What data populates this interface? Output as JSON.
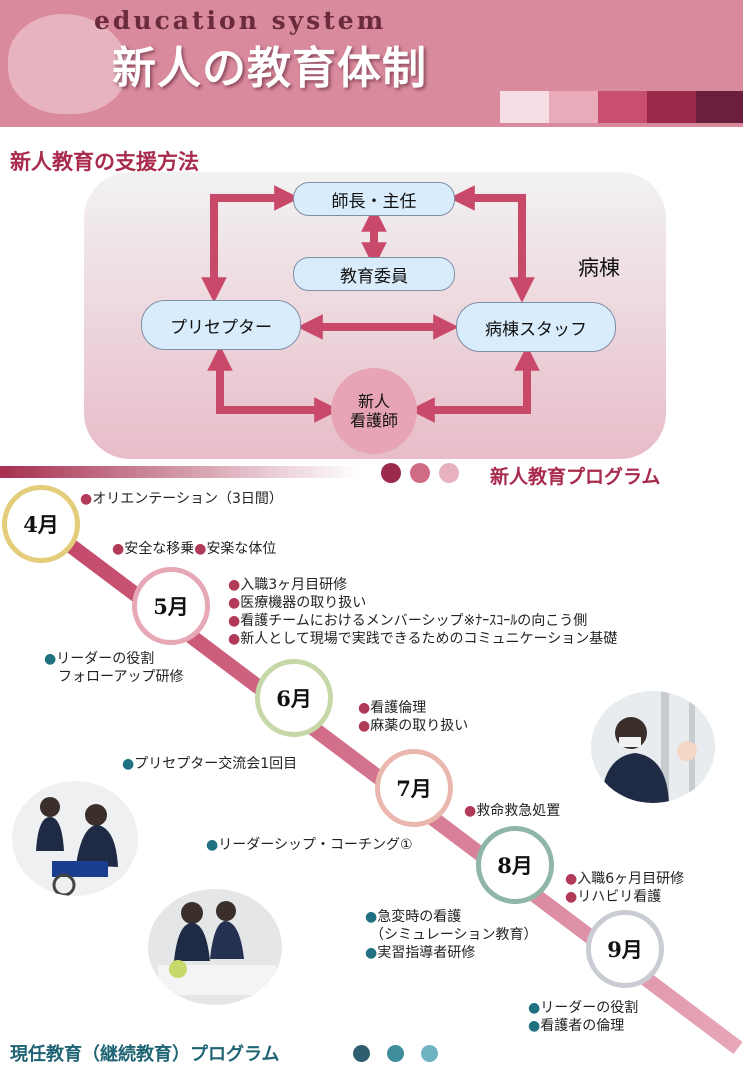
{
  "header": {
    "subtitle_en": "education system",
    "title": "新人の教育体制"
  },
  "support": {
    "title": "新人教育の支援方法",
    "ward_label": "病棟",
    "boxes": {
      "head": "師長・主任",
      "committee": "教育委員",
      "preceptor": "プリセプター",
      "staff": "病棟スタッフ"
    },
    "nurse_line1": "新人",
    "nurse_line2": "看護師"
  },
  "program_title": "新人教育プログラム",
  "bottom_title": "現任教育（継続教育）プログラム",
  "months": [
    "4月",
    "5月",
    "6月",
    "7月",
    "8月",
    "9月"
  ],
  "new_items": {
    "apr": [
      "オリエンテーション（3日間）",
      "安全な移乗",
      "安楽な体位"
    ],
    "may": [
      "入職3ヶ月目研修",
      "医療機器の取り扱い",
      "看護チームにおけるメンバーシップ※ﾅｰｽｺｰﾙの向こう側",
      "新人として現場で実践できるためのコミュニケーション基礎"
    ],
    "jun": [
      "看護倫理",
      "麻薬の取り扱い"
    ],
    "jul": [
      "救命救急処置"
    ],
    "aug": [
      "入職6ヶ月目研修",
      "リハビリ看護"
    ]
  },
  "continuing_items": {
    "a": [
      "リーダーの役割",
      "フォローアップ研修"
    ],
    "b": [
      "プリセプター交流会1回目"
    ],
    "c": [
      "リーダーシップ・コーチング①"
    ],
    "d": [
      "急変時の看護",
      "（シミュレーション教育）",
      "実習指導者研修"
    ],
    "e": [
      "リーダーの役割",
      "看護者の倫理"
    ]
  },
  "colors": {
    "header_bg": "#d98a9c",
    "swatches": [
      "#f6dce3",
      "#e9aab9",
      "#c94f6f",
      "#9c2a4a",
      "#6b1f3c"
    ],
    "accent": "#a82a4c",
    "arrow": "#c9496a",
    "teal": "#1f7080",
    "month_borders": [
      "#e3cd7a",
      "#e6a7b6",
      "#c6d8a8",
      "#eab7ae",
      "#8fb6a6",
      "#c9cdd3"
    ]
  },
  "icons": [
    "bullet-dot",
    "double-arrow",
    "circle-dot"
  ]
}
